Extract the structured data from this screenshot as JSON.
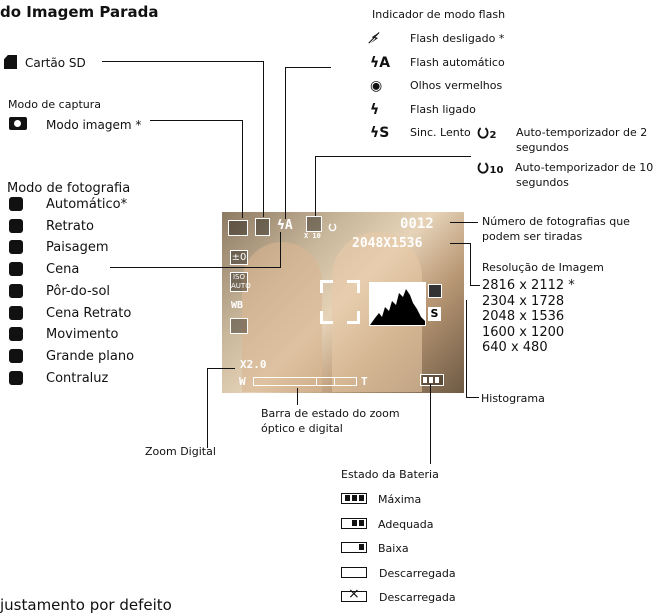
{
  "title": "do Imagem Parada",
  "footer_text": "justamento por defeito",
  "sd_card": "Cartão SD",
  "capture": {
    "heading": "Modo de captura",
    "item": "Modo imagem *"
  },
  "photo_modes": {
    "heading": "Modo de fotografia",
    "items": [
      {
        "icon": "auto-mode-icon",
        "label": "Automático*"
      },
      {
        "icon": "portrait-icon",
        "label": "Retrato"
      },
      {
        "icon": "landscape-icon",
        "label": "Paisagem"
      },
      {
        "icon": "night-scene-icon",
        "label": "Cena"
      },
      {
        "icon": "sunset-icon",
        "label": "Pôr-do-sol"
      },
      {
        "icon": "night-portrait-icon",
        "label": "Cena Retrato"
      },
      {
        "icon": "sport-icon",
        "label": "Movimento"
      },
      {
        "icon": "macro-icon",
        "label": "Grande plano"
      },
      {
        "icon": "backlight-icon",
        "label": "Contraluz"
      }
    ]
  },
  "flash": {
    "heading": "Indicador de modo flash",
    "items": [
      {
        "icon": "flash-off-icon",
        "glyph": "⚡̸",
        "label": "Flash desligado *"
      },
      {
        "icon": "flash-auto-icon",
        "glyph": "ϟA",
        "label": "Flash automático"
      },
      {
        "icon": "red-eye-icon",
        "glyph": "◉",
        "label": "Olhos vermelhos"
      },
      {
        "icon": "flash-on-icon",
        "glyph": "ϟ",
        "label": "Flash ligado"
      },
      {
        "icon": "slow-sync-icon",
        "glyph": "ϟS",
        "label": "Sinc. Lento"
      }
    ]
  },
  "self_timer": {
    "t2": {
      "sub": "2",
      "label": "Auto-temporizador de 2",
      "label2": "segundos"
    },
    "t10": {
      "sub": "10",
      "label": "Auto-temporizador de 10",
      "label2": "segundos"
    }
  },
  "shots": {
    "label1": "Número de fotografias que",
    "label2": "podem ser tiradas"
  },
  "resolution": {
    "heading": "Resolução de Imagem",
    "items": [
      "2816 x 2112 *",
      "2304 x 1728",
      "2048 x 1536",
      "1600 x 1200",
      "640 x 480"
    ]
  },
  "histogram_label": "Histograma",
  "zoom_bar": {
    "label1": "Barra de estado do zoom",
    "label2": "óptico e digital"
  },
  "digital_zoom": "Zoom Digital",
  "battery": {
    "heading": "Estado da Bateria",
    "items": [
      {
        "level": "Máxima",
        "bars": 3
      },
      {
        "level": "Adequada",
        "bars": 2
      },
      {
        "level": "Baixa",
        "bars": 1
      },
      {
        "level": "Descarregada",
        "bars": 0
      },
      {
        "level": "Descarregada",
        "bars": -1
      }
    ]
  },
  "screen": {
    "count": "0012",
    "resolution": "2048X1536",
    "zoom": "X2.0",
    "w": "W",
    "t": "T",
    "ev": "±0",
    "iso_top": "ISO",
    "iso_bot": "AUTO",
    "wb": "WB",
    "quality": "S",
    "drive": "X 10"
  }
}
